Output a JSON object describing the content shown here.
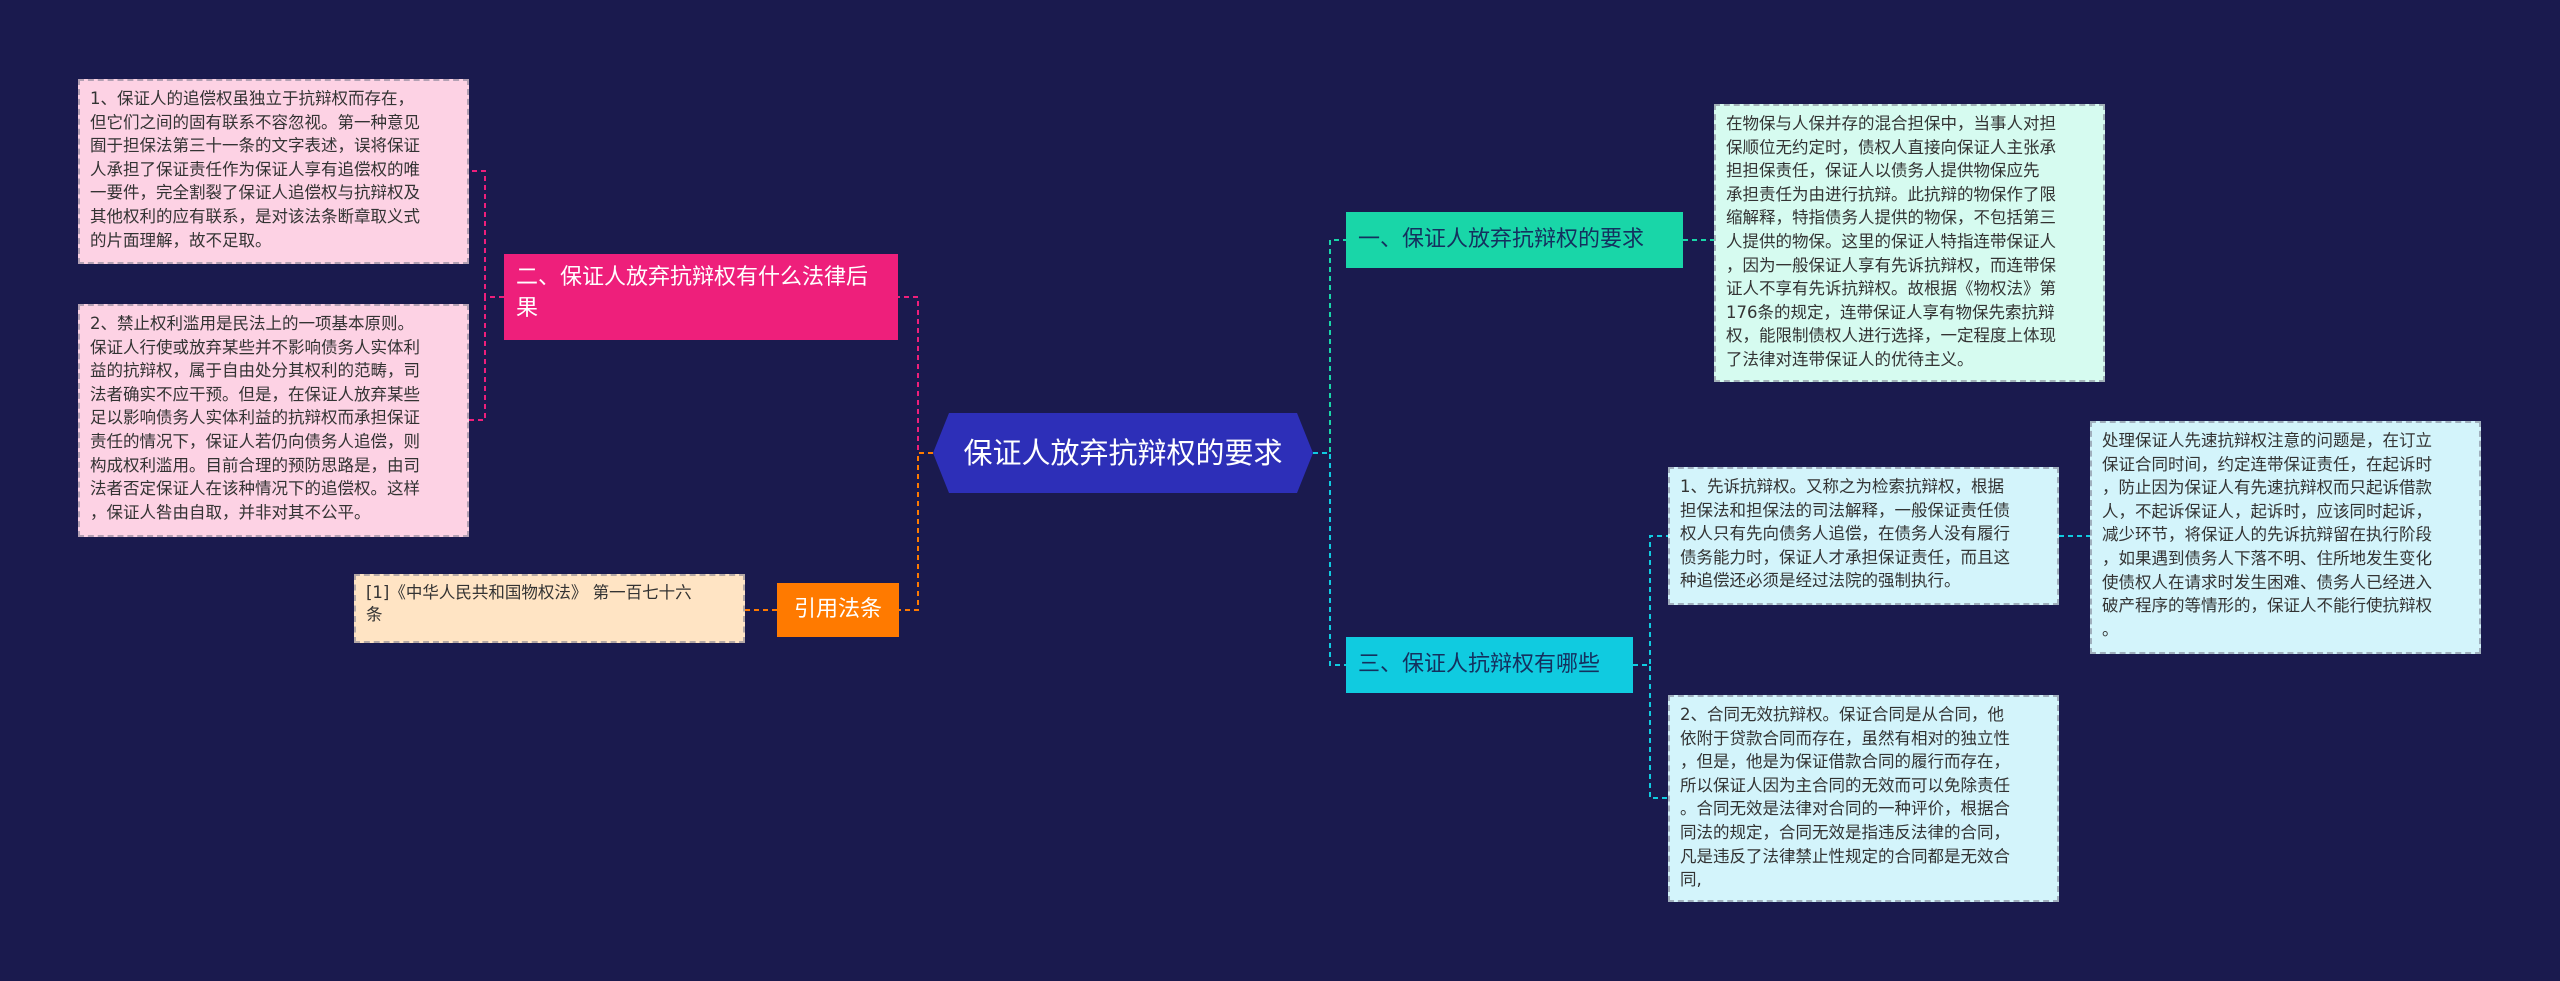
{
  "center": {
    "title": "保证人放弃抗辩权的要求"
  },
  "branches": {
    "legal_consequence": "二、保证人放弃抗辩权有什么法律后果",
    "citation": "引用法条",
    "requirement": "一、保证人放弃抗辩权的要求",
    "rights": "三、保证人抗辩权有哪些"
  },
  "leaves": {
    "consequence_1": "1、保证人的追偿权虽独立于抗辩权而存在，\n但它们之间的固有联系不容忽视。第一种意见\n囿于担保法第三十一条的文字表述，误将保证\n人承担了保证责任作为保证人享有追偿权的唯\n一要件，完全割裂了保证人追偿权与抗辩权及\n其他权利的应有联系，是对该法条断章取义式\n的片面理解，故不足取。",
    "consequence_2": "2、禁止权利滥用是民法上的一项基本原则。\n保证人行使或放弃某些并不影响债务人实体利\n益的抗辩权，属于自由处分其权利的范畴，司\n法者确实不应干预。但是，在保证人放弃某些\n足以影响债务人实体利益的抗辩权而承担保证\n责任的情况下，保证人若仍向债务人追偿，则\n构成权利滥用。目前合理的预防思路是，由司\n法者否定保证人在该种情况下的追偿权。这样\n，保证人咎由自取，并非对其不公平。",
    "citation_1": "[1]《中华人民共和国物权法》 第一百七十六\n条",
    "requirement_1": "在物保与人保并存的混合担保中，当事人对担\n保顺位无约定时，债权人直接向保证人主张承\n担担保责任，保证人以债务人提供物保应先\n承担责任为由进行抗辩。此抗辩的物保作了限\n缩解释，特指债务人提供的物保，不包括第三\n人提供的物保。这里的保证人特指连带保证人\n，因为一般保证人享有先诉抗辩权，而连带保\n证人不享有先诉抗辩权。故根据《物权法》第\n176条的规定，连带保证人享有物保先索抗辩\n权，能限制债权人进行选择，一定程度上体现\n了法律对连带保证人的优待主义。",
    "rights_1": "1、先诉抗辩权。又称之为检索抗辩权，根据\n担保法和担保法的司法解释，一般保证责任债\n权人只有先向债务人追偿，在债务人没有履行\n债务能力时，保证人才承担保证责任，而且这\n种追偿还必须是经过法院的强制执行。",
    "rights_1_note": "处理保证人先速抗辩权注意的问题是，在订立\n保证合同时间，约定连带保证责任，在起诉时\n，防止因为保证人有先速抗辩权而只起诉借款\n人，不起诉保证人，起诉时，应该同时起诉，\n减少环节，将保证人的先诉抗辩留在执行阶段\n，如果遇到债务人下落不明、住所地发生变化\n使债权人在请求时发生困难、债务人已经进入\n破产程序的等情形的，保证人不能行使抗辩权\n。",
    "rights_2": "2、合同无效抗辩权。保证合同是从合同，他\n依附于贷款合同而存在，虽然有相对的独立性\n，但是，他是为保证借款合同的履行而存在，\n所以保证人因为主合同的无效而可以免除责任\n。合同无效是法律对合同的一种评价，根据合\n同法的规定，合同无效是指违反法律的合同，\n凡是违反了法律禁止性规定的合同都是无效合\n同,"
  },
  "colors": {
    "background": "#1a1a4e",
    "center": "#2d2fb8",
    "legal_branch": "#ee1f7b",
    "citation_branch": "#ff7a00",
    "requirement_branch": "#19d6a8",
    "rights_branch": "#10cbe0"
  }
}
